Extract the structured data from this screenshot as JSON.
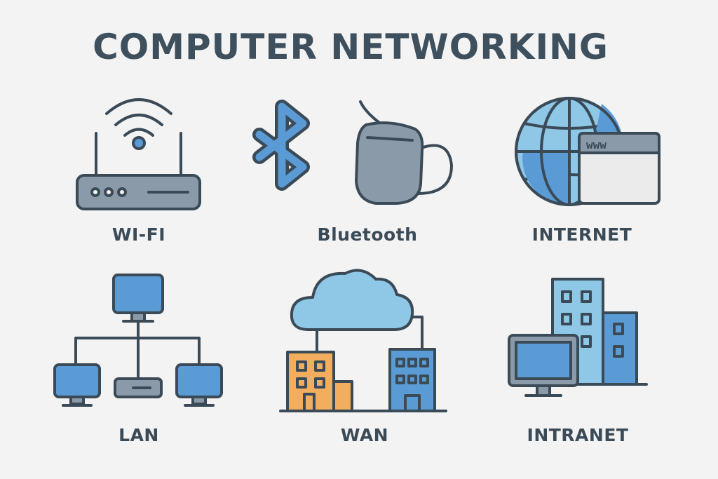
{
  "title": "COMPUTER NETWORKING",
  "colors": {
    "background": "#f3f3f3",
    "outline": "#3b4a57",
    "blue": "#5b9bd5",
    "light_blue": "#8fc7e6",
    "gray": "#8a9aa8",
    "orange": "#f3ad5f"
  },
  "items": [
    {
      "label": "WI-FI",
      "icon": "wifi-router-icon"
    },
    {
      "label": "Bluetooth",
      "icon": "bluetooth-icon"
    },
    {
      "label": "INTERNET",
      "icon": "globe-icon"
    },
    {
      "label": "LAN",
      "icon": "lan-network-icon"
    },
    {
      "label": "WAN",
      "icon": "cloud-buildings-icon"
    },
    {
      "label": "INTRANET",
      "icon": "office-building-icon"
    }
  ],
  "browser_text": "www"
}
